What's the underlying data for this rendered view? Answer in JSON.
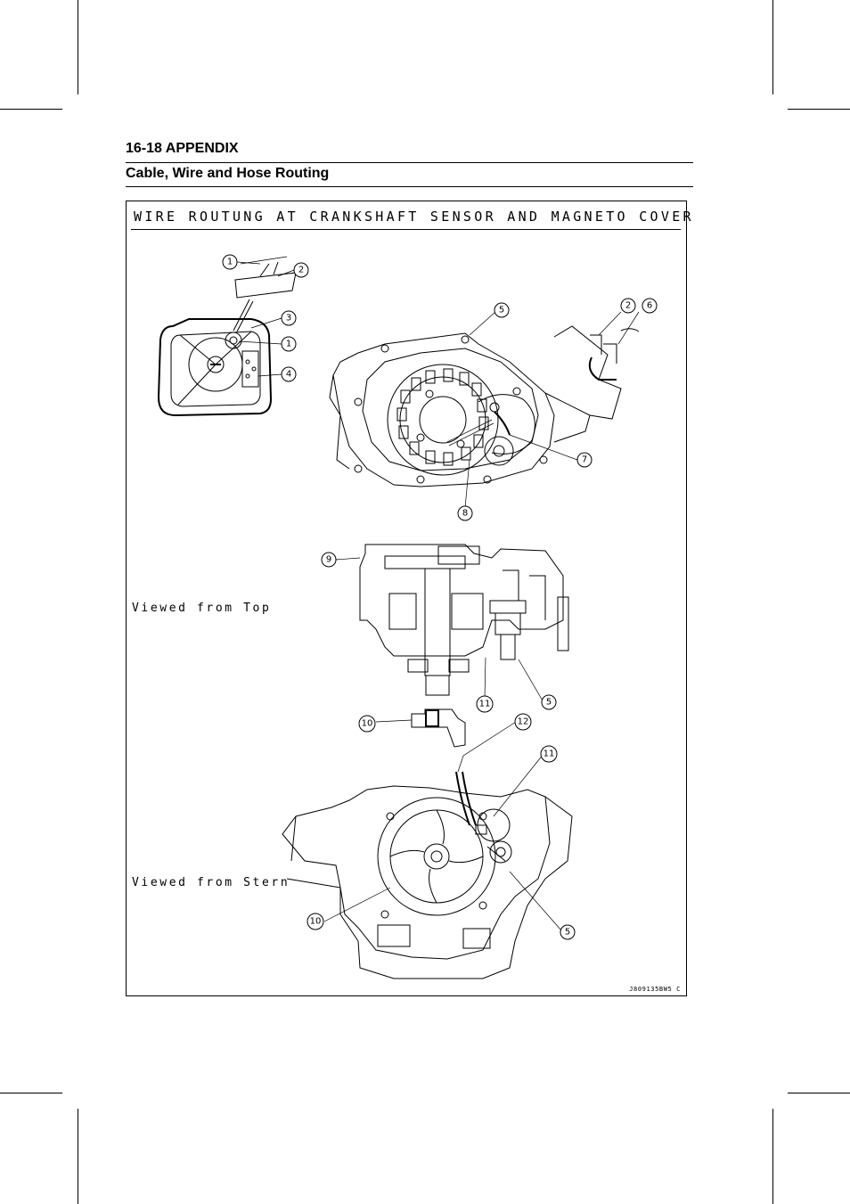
{
  "header": {
    "page_title": "16-18 APPENDIX",
    "section_title": "Cable, Wire and Hose Routing"
  },
  "figure": {
    "heading": "WIRE ROUTUNG AT CRANKSHAFT SENSOR AND MAGNETO COVER",
    "view_top_label": "Viewed from Top",
    "view_stern_label": "Viewed from Stern",
    "code": "J809135BW5 C",
    "callouts": [
      "1",
      "2",
      "3",
      "1",
      "4",
      "5",
      "2",
      "6",
      "7",
      "8",
      "9",
      "11",
      "5",
      "10",
      "12",
      "11",
      "10",
      "5"
    ]
  }
}
